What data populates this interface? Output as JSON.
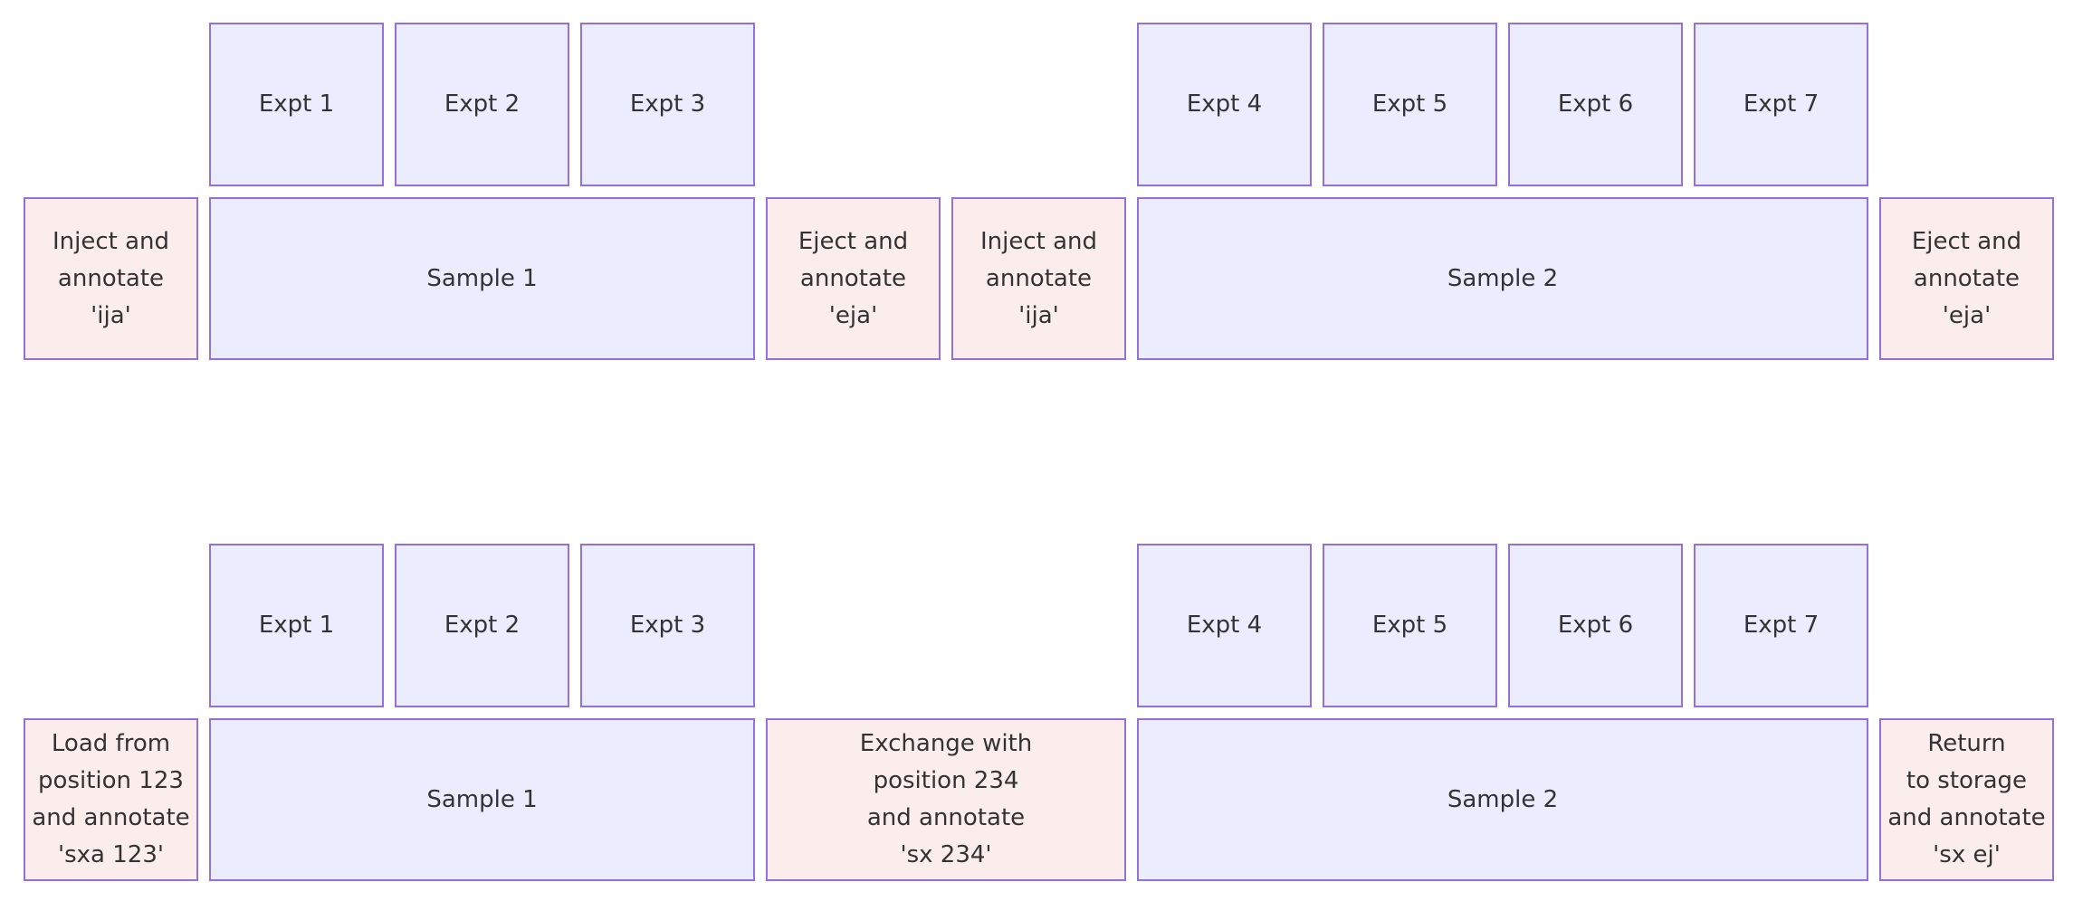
{
  "diagrams": [
    {
      "experiments": [
        "Expt 1",
        "Expt 2",
        "Expt 3",
        "Expt 4",
        "Expt 5",
        "Expt 6",
        "Expt 7"
      ],
      "blocks": [
        {
          "kind": "action",
          "label": "Inject and\nannotate\n'ija'"
        },
        {
          "kind": "sample",
          "label": "Sample 1"
        },
        {
          "kind": "action",
          "label": "Eject and\nannotate\n'eja'"
        },
        {
          "kind": "action",
          "label": "Inject and\nannotate\n'ija'"
        },
        {
          "kind": "sample",
          "label": "Sample 2"
        },
        {
          "kind": "action",
          "label": "Eject and\nannotate\n'eja'"
        }
      ]
    },
    {
      "experiments": [
        "Expt 1",
        "Expt 2",
        "Expt 3",
        "Expt 4",
        "Expt 5",
        "Expt 6",
        "Expt 7"
      ],
      "blocks": [
        {
          "kind": "action",
          "label": "Load from\nposition 123\nand annotate\n'sxa 123'"
        },
        {
          "kind": "sample",
          "label": "Sample 1"
        },
        {
          "kind": "action",
          "label": "Exchange with\nposition 234\nand annotate\n'sx 234'"
        },
        {
          "kind": "sample",
          "label": "Sample 2"
        },
        {
          "kind": "action",
          "label": "Return\nto storage\nand annotate\n'sx ej'"
        }
      ]
    }
  ],
  "colors": {
    "sample_fill": "#ECECFF",
    "action_fill": "#FCEDED",
    "border": "#9370DB",
    "text": "#333333"
  }
}
